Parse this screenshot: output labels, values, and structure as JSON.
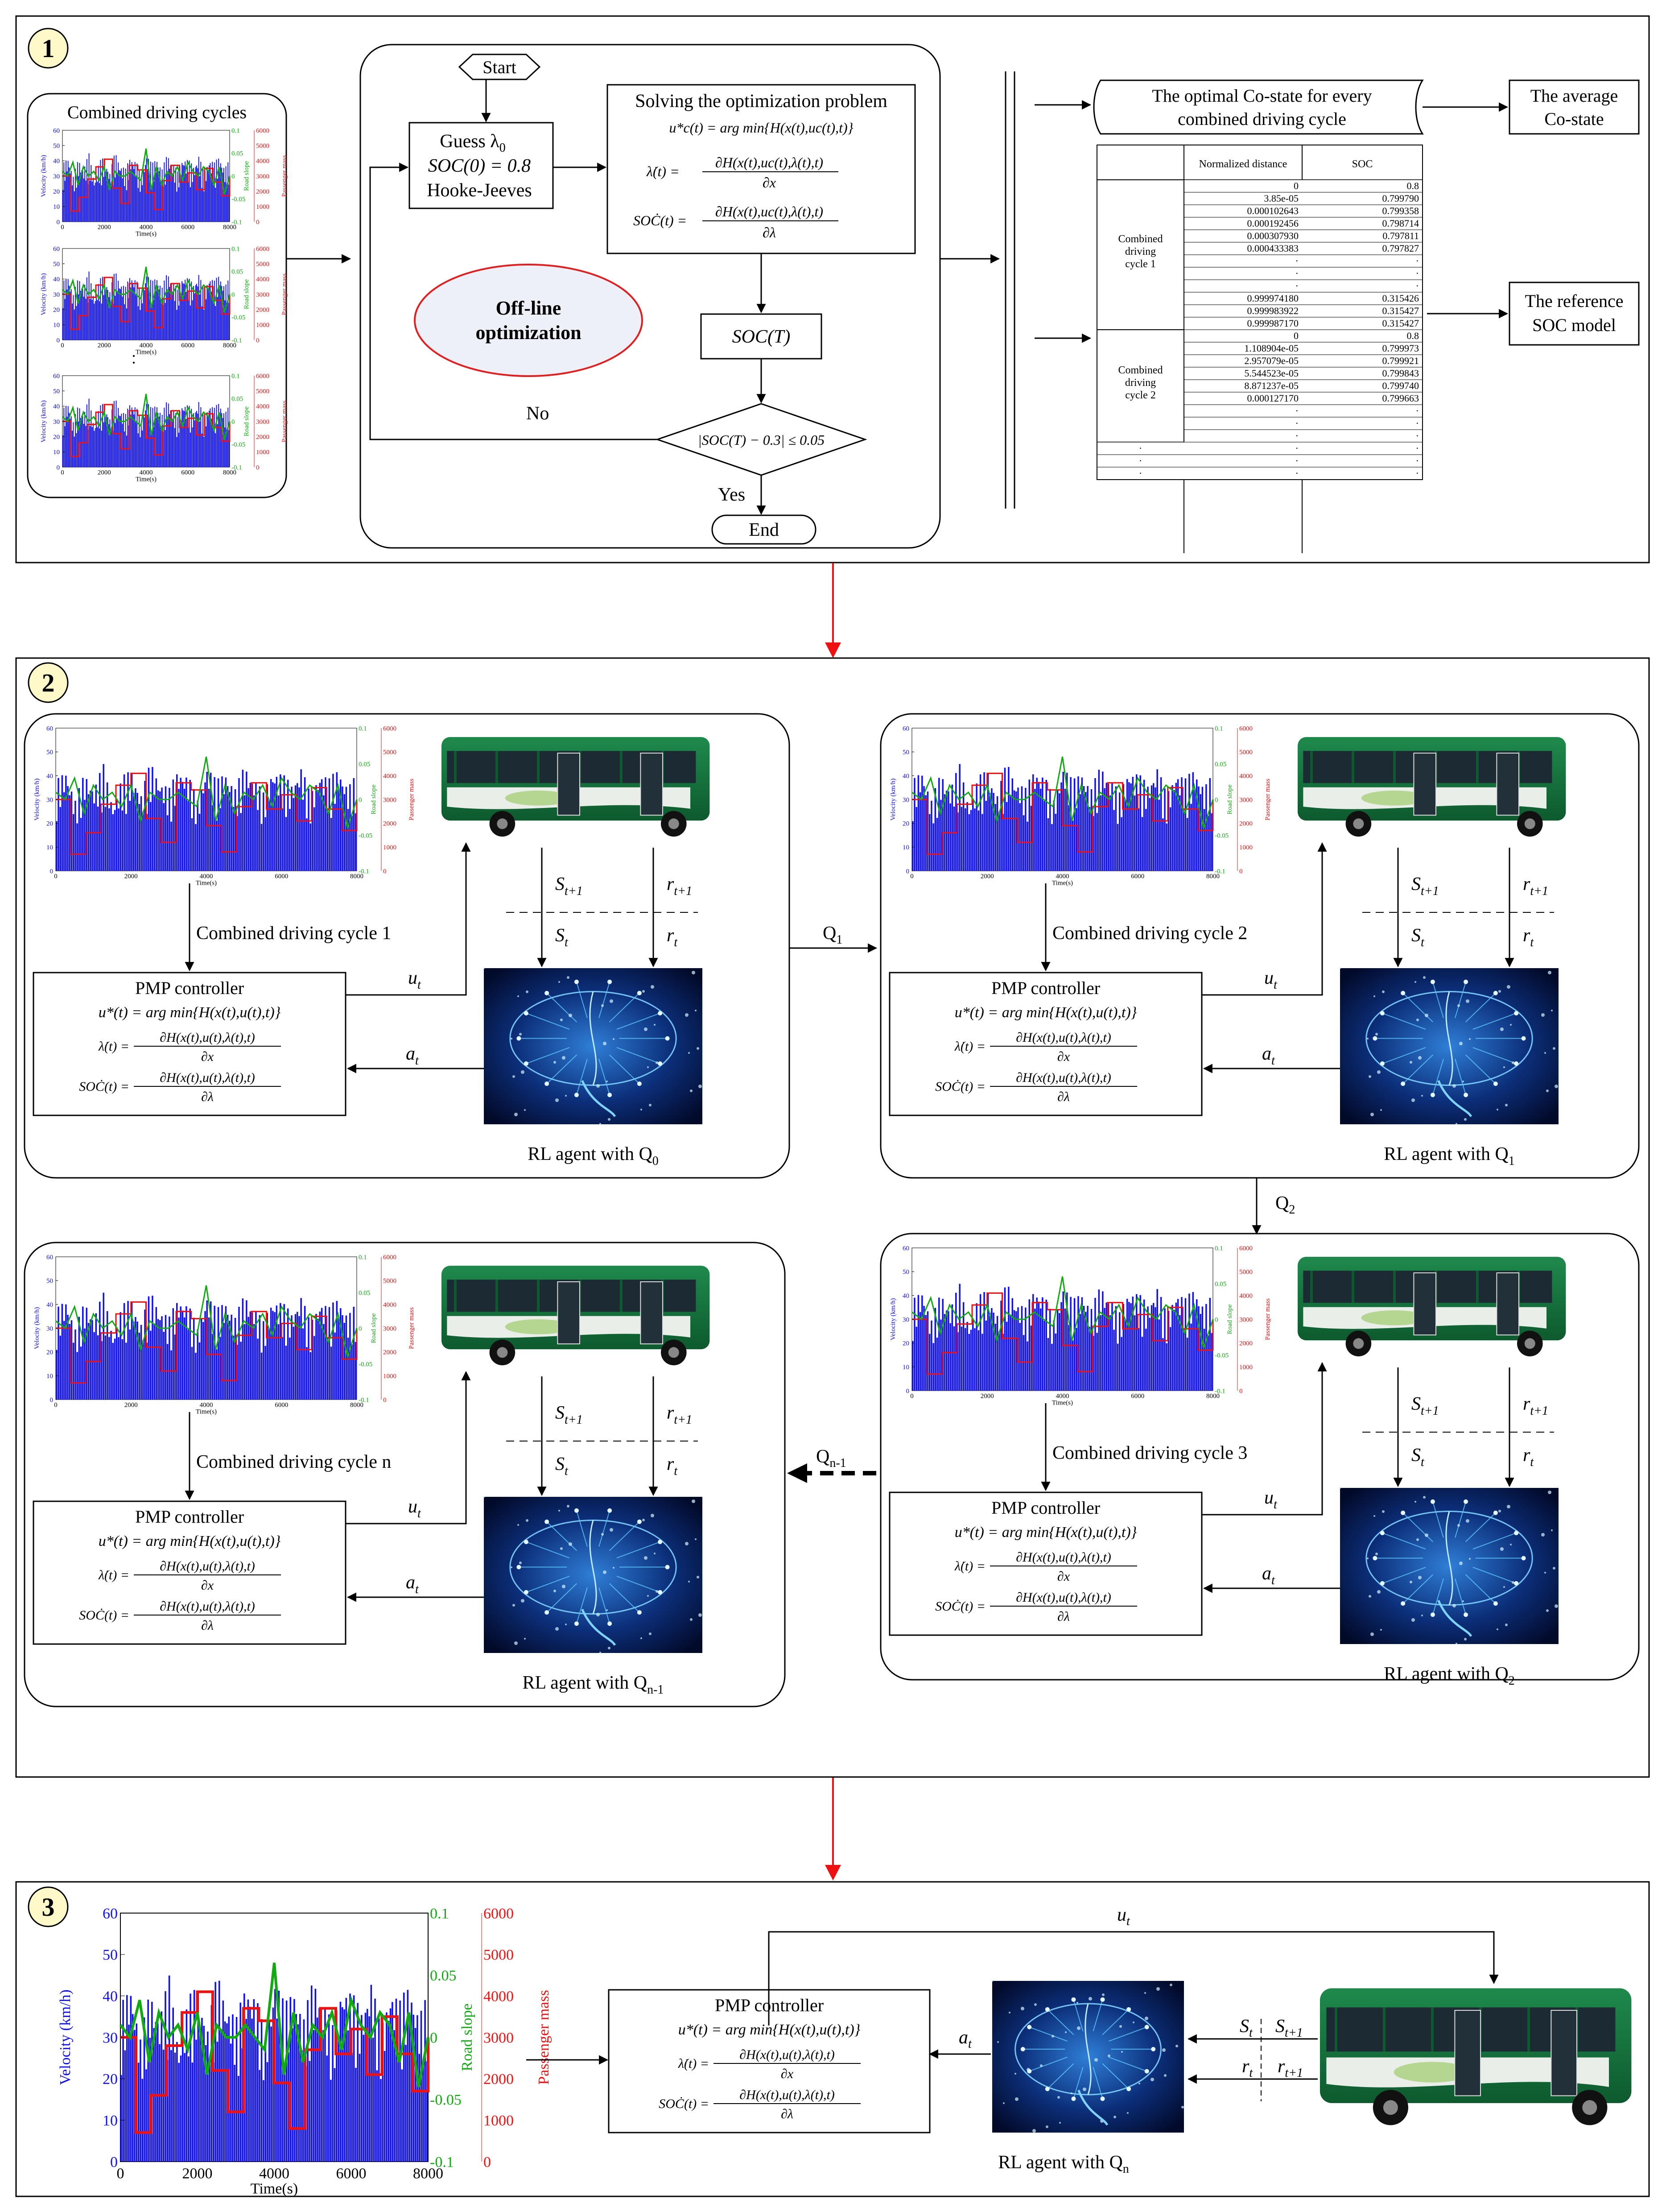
{
  "sections": [
    {
      "badge": "1"
    },
    {
      "badge": "2"
    },
    {
      "badge": "3"
    }
  ],
  "section1": {
    "cycles_title": "Combined driving cycles",
    "mini_ylabel": "Velocity (km/h)",
    "mini_slope_label": "Road slope",
    "mini_mass_label": "Passenger mass",
    "mini_xlabel": "Time(s)",
    "mini_xticks": [
      "0",
      "2000",
      "4000",
      "6000",
      "8000"
    ],
    "vdots": "·",
    "start": "Start",
    "guess_line1": "Guess λ",
    "guess_sub": "0",
    "guess_line2": "SOC(0) = 0.8",
    "guess_line3": "Hooke-Jeeves",
    "solve_title": "Solving the optimization problem",
    "solve_eq1": "u*c(t) = arg min{H(x(t),uc(t),t)}",
    "solve_eq2_num": "∂H(x(t),uc(t),λ(t),t)",
    "solve_eq2_lhs": "λ̇(t) =",
    "solve_eq2_den": "∂x",
    "solve_eq3_num": "∂H(x(t),uc(t),λ(t),t)",
    "solve_eq3_lhs": "SOĊ(t) =",
    "solve_eq3_den": "∂λ",
    "offline": [
      "Off-line",
      "optimization"
    ],
    "soc_T": "SOC(T)",
    "condition": "|SOC(T) − 0.3| ≤ 0.05",
    "no": "No",
    "yes": "Yes",
    "end": "End",
    "optimal_costate": [
      "The optimal Co-state for every",
      "combined driving cycle"
    ],
    "average_costate": [
      "The average",
      "Co-state"
    ],
    "reference_soc": [
      "The reference",
      "SOC model"
    ],
    "table": {
      "headers": [
        "",
        "Normalized distance",
        "SOC"
      ],
      "group1_label": [
        "Combined",
        "driving",
        "cycle 1"
      ],
      "group2_label": [
        "Combined",
        "driving",
        "cycle 2"
      ],
      "group1_rows": [
        [
          "0",
          "0.8"
        ],
        [
          "3.85e-05",
          "0.799790"
        ],
        [
          "0.000102643",
          "0.799358"
        ],
        [
          "0.000192456",
          "0.798714"
        ],
        [
          "0.000307930",
          "0.797811"
        ],
        [
          "0.000433383",
          "0.797827"
        ],
        [
          "·",
          "·"
        ],
        [
          "·",
          "·"
        ],
        [
          "·",
          "·"
        ],
        [
          "0.999974180",
          "0.315426"
        ],
        [
          "0.999983922",
          "0.315427"
        ],
        [
          "0.999987170",
          "0.315427"
        ]
      ],
      "group2_rows": [
        [
          "0",
          "0.8"
        ],
        [
          "1.108904e-05",
          "0.799973"
        ],
        [
          "2.957079e-05",
          "0.799921"
        ],
        [
          "5.544523e-05",
          "0.799843"
        ],
        [
          "8.871237e-05",
          "0.799740"
        ],
        [
          "0.000127170",
          "0.799663"
        ],
        [
          "·",
          "·"
        ],
        [
          "·",
          "·"
        ],
        [
          "·",
          "·"
        ]
      ],
      "tail_rows": [
        [
          "·",
          "·",
          "·"
        ],
        [
          "·",
          "·",
          "·"
        ],
        [
          "·",
          "·",
          "·"
        ]
      ]
    }
  },
  "section2": {
    "panels": [
      {
        "cycle_label": "Combined driving cycle 1",
        "agent_label": "RL agent with Q",
        "agent_sub": "0"
      },
      {
        "cycle_label": "Combined driving cycle 2",
        "agent_label": "RL agent with Q",
        "agent_sub": "1"
      },
      {
        "cycle_label": "Combined driving cycle 3",
        "agent_label": "RL agent with Q",
        "agent_sub": "2"
      },
      {
        "cycle_label": "Combined driving cycle n",
        "agent_label": "RL agent with Q",
        "agent_sub": "n-1"
      }
    ],
    "transfers": [
      {
        "label": "Q",
        "sub": "1"
      },
      {
        "label": "Q",
        "sub": "2"
      },
      {
        "label": "Q",
        "sub": "n-1"
      }
    ],
    "chart_ylabel": "Velocity (km/h)",
    "chart_slope_label": "Road slope",
    "chart_mass_label": "Passenger mass",
    "chart_xlabel": "Time(s)"
  },
  "rl_symbols": {
    "u": "u",
    "u_sub": "t",
    "a": "a",
    "a_sub": "t",
    "S_next": "S",
    "S_next_sub": "t+1",
    "r_next": "r",
    "r_next_sub": "t+1",
    "S": "S",
    "S_sub": "t",
    "r": "r",
    "r_sub": "t"
  },
  "pmp": {
    "title": "PMP controller",
    "eq1": "u*(t) = arg min{H(x(t),u(t),t)}",
    "eq2_lhs": "λ̇(t) =",
    "eq2_num": "∂H(x(t),u(t),λ(t),t)",
    "eq2_den": "∂x",
    "eq3_lhs": "SOĊ(t) =",
    "eq3_num": "∂H(x(t),u(t),λ(t),t)",
    "eq3_den": "∂λ"
  },
  "section3": {
    "agent_label": "RL agent with Q",
    "agent_sub": "n"
  },
  "chart_data": {
    "type": "bar",
    "xlabel": "Time(s)",
    "xlim": [
      0,
      8000
    ],
    "xticks": [
      0,
      2000,
      4000,
      6000,
      8000
    ],
    "axes": [
      {
        "name": "Velocity (km/h)",
        "ylim": [
          0,
          60
        ],
        "ticks": [
          0,
          10,
          20,
          30,
          40,
          50,
          60
        ],
        "color": "#1010ee"
      },
      {
        "name": "Road slope",
        "ylim": [
          -0.1,
          0.1
        ],
        "ticks": [
          "-0.1",
          "-0.05",
          "0",
          "0.05",
          "0.1"
        ],
        "color": "#11aa11"
      },
      {
        "name": "Passenger mass",
        "ylim": [
          0,
          6000
        ],
        "ticks": [
          0,
          1000,
          2000,
          3000,
          4000,
          5000,
          6000
        ],
        "color": "#ee1111"
      }
    ],
    "series": [
      {
        "name": "Velocity (km/h)",
        "color": "#1010ee",
        "x": [
          0,
          250,
          500,
          750,
          1000,
          1250,
          1500,
          1750,
          2000,
          2250,
          2500,
          2750,
          3000,
          3250,
          3500,
          3750,
          4000,
          4250,
          4500,
          4750,
          5000,
          5250,
          5500,
          5750,
          6000,
          6250,
          6500,
          6750,
          7000,
          7250,
          7500,
          7750,
          8000
        ],
        "values": [
          38,
          44,
          30,
          42,
          36,
          45,
          28,
          40,
          43,
          33,
          46,
          39,
          35,
          44,
          41,
          30,
          46,
          38,
          43,
          35,
          45,
          40,
          33,
          44,
          41,
          37,
          45,
          32,
          43,
          39,
          44,
          36,
          41
        ]
      },
      {
        "name": "Road slope",
        "color": "#11aa11",
        "x": [
          0,
          250,
          500,
          750,
          1000,
          1250,
          1500,
          1750,
          2000,
          2250,
          2500,
          2750,
          3000,
          3250,
          3500,
          3750,
          4000,
          4250,
          4500,
          4750,
          5000,
          5250,
          5500,
          5750,
          6000,
          6250,
          6500,
          6750,
          7000,
          7250,
          7500,
          7750,
          8000
        ],
        "values": [
          0.01,
          0.0,
          0.03,
          -0.02,
          0.02,
          0.0,
          0.01,
          -0.01,
          0.02,
          -0.03,
          0.01,
          0.0,
          0.0,
          0.01,
          0.0,
          -0.01,
          0.06,
          -0.03,
          0.02,
          -0.02,
          0.01,
          0.0,
          0.02,
          -0.01,
          0.03,
          0.01,
          0.0,
          0.02,
          0.01,
          -0.02,
          0.02,
          -0.04,
          0.0
        ]
      },
      {
        "name": "Passenger mass",
        "color": "#ee1111",
        "x": [
          0,
          400,
          800,
          1200,
          1600,
          2000,
          2400,
          2800,
          3200,
          3600,
          4000,
          4400,
          4800,
          5200,
          5600,
          6000,
          6400,
          6800,
          7200,
          7600,
          8000
        ],
        "values": [
          3000,
          700,
          1600,
          2800,
          3600,
          4100,
          2200,
          1200,
          3700,
          3400,
          1900,
          800,
          2700,
          3700,
          2600,
          3200,
          2100,
          3500,
          2600,
          1700,
          3000
        ]
      }
    ]
  }
}
